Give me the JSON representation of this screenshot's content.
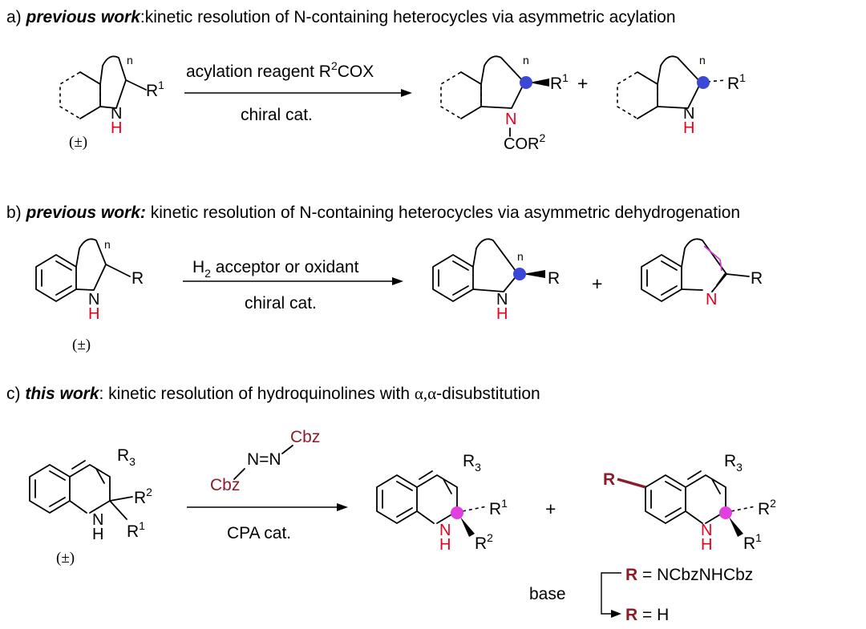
{
  "colors": {
    "heteroatom": "#e8001c",
    "reagent": "#8b1c2b",
    "stereocenter_blue": "#3a48d8",
    "stereocenter_pink": "#e040e0",
    "unsaturation": "#d040d0"
  },
  "panel_a": {
    "heading_prefix": "a) ",
    "heading_bold": "previous work",
    "heading_rest": ":kinetic resolution of N-containing heterocycles via asymmetric acylation",
    "racemic": "(±)",
    "n": "n",
    "r1": "R",
    "r1_sup": "1",
    "nh_n": "N",
    "nh_h": "H",
    "reagent_text": "acylation reagent R",
    "reagent_sup": "2",
    "reagent_suffix": "COX",
    "catalyst": "chiral cat.",
    "plus": "+",
    "acyl_n": "N",
    "acyl_group": "COR",
    "acyl_sup": "2"
  },
  "panel_b": {
    "heading_prefix": "b) ",
    "heading_bold": "previous work:",
    "heading_rest": " kinetic resolution of N-containing heterocycles via asymmetric dehydrogenation",
    "racemic": "(±)",
    "n": "n",
    "r": "R",
    "nh_n": "N",
    "nh_h": "H",
    "reagent_h": "H",
    "reagent_sub": "2",
    "reagent_rest": " acceptor or oxidant",
    "catalyst": "chiral cat.",
    "plus": "+",
    "imine_n": "N"
  },
  "panel_c": {
    "heading_prefix": "c) ",
    "heading_bold": "this work",
    "heading_rest": ": kinetic resolution of hydroquinolines with ",
    "heading_greek": "α,α",
    "heading_end": "-disubstitution",
    "racemic": "(±)",
    "r3": "R",
    "r3_sub": "3",
    "r2": "R",
    "r2_sup": "2",
    "r1": "R",
    "r1_sup": "1",
    "nh_n": "N",
    "nh_h": "H",
    "reagent_cbz": "Cbz",
    "reagent_nn": "N=N",
    "catalyst": "CPA cat.",
    "plus": "+",
    "product_r": "R",
    "base": "base",
    "r_eq_1": " = NCbzNHCbz",
    "r_eq_2": " = H"
  }
}
